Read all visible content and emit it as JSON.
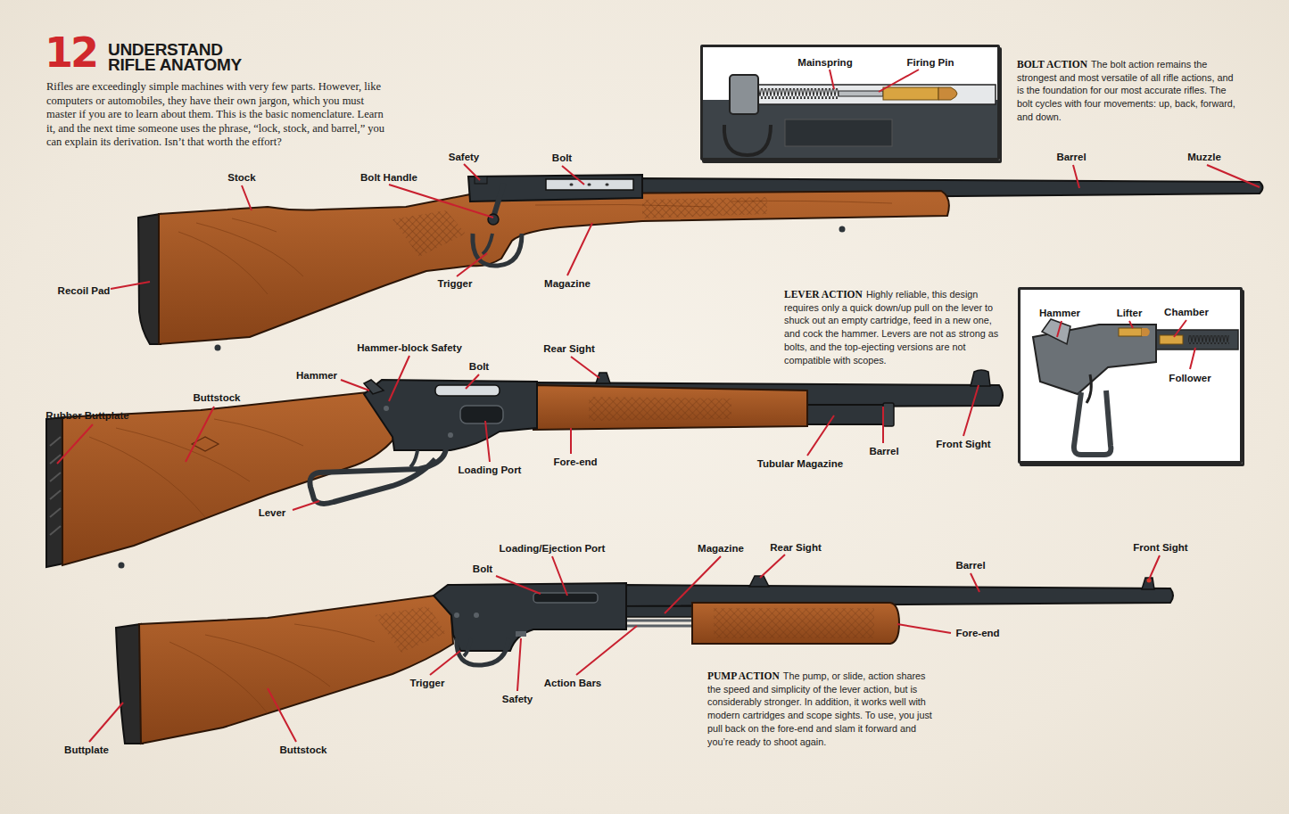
{
  "diagram": {
    "title": "UNDERSTAND RIFLE ANATOMY",
    "nodes": [
      {
        "text": [
          "Mainspring",
          "Firing Pin"
        ]
      },
      {
        "text": [
          "Hammer",
          "Lifter",
          "Chamber",
          "Follower"
        ]
      }
    ],
    "labels": [
      "12",
      "Rifles are exceedingly simple machines with very few parts. However, like computers or automobiles, they have their own jargon, which you must master if you are to learn about them. This is the basic nomenclature. Learn it, and the next time someone uses the phrase, “lock, stock, and barrel,” you can explain its derivation. Isn’t that worth the effort?",
      "BOLT ACTION",
      "The bolt action remains the strongest and most versatile of all rifle actions, and is the foundation for our most accurate rifles. The bolt cycles with four movements: up, back, forward, and down.",
      "Stock",
      "Bolt Handle",
      "Safety",
      "Bolt",
      "Barrel",
      "Muzzle",
      "Recoil Pad",
      "Trigger",
      "Magazine",
      "LEVER ACTION",
      "Highly reliable, this design requires only a quick down/up pull on the lever to shuck out an empty cartridge, feed in a new one, and cock the hammer. Levers are not as strong as bolts, and the top-ejecting versions are not compatible with scopes.",
      "Hammer-block Safety",
      "Rear Sight",
      "Hammer",
      "Bolt",
      "Buttstock",
      "Rubber Buttplate",
      "Loading Port",
      "Fore-end",
      "Tubular Magazine",
      "Barrel",
      "Front Sight",
      "Lever",
      "Loading/Ejection Port",
      "Magazine",
      "Rear Sight",
      "Front Sight",
      "Bolt",
      "Barrel",
      "Fore-end",
      "Trigger",
      "Action Bars",
      "Safety",
      "Buttplate",
      "Buttstock",
      "PUMP ACTION",
      "The pump, or slide, action shares the speed and simplicity of the lever action, but is considerably stronger. In addition, it works well with modern cartridges and scope sights. To use, you just pull back on the fore-end and slam it forward and you’re ready to shoot again."
    ]
  }
}
